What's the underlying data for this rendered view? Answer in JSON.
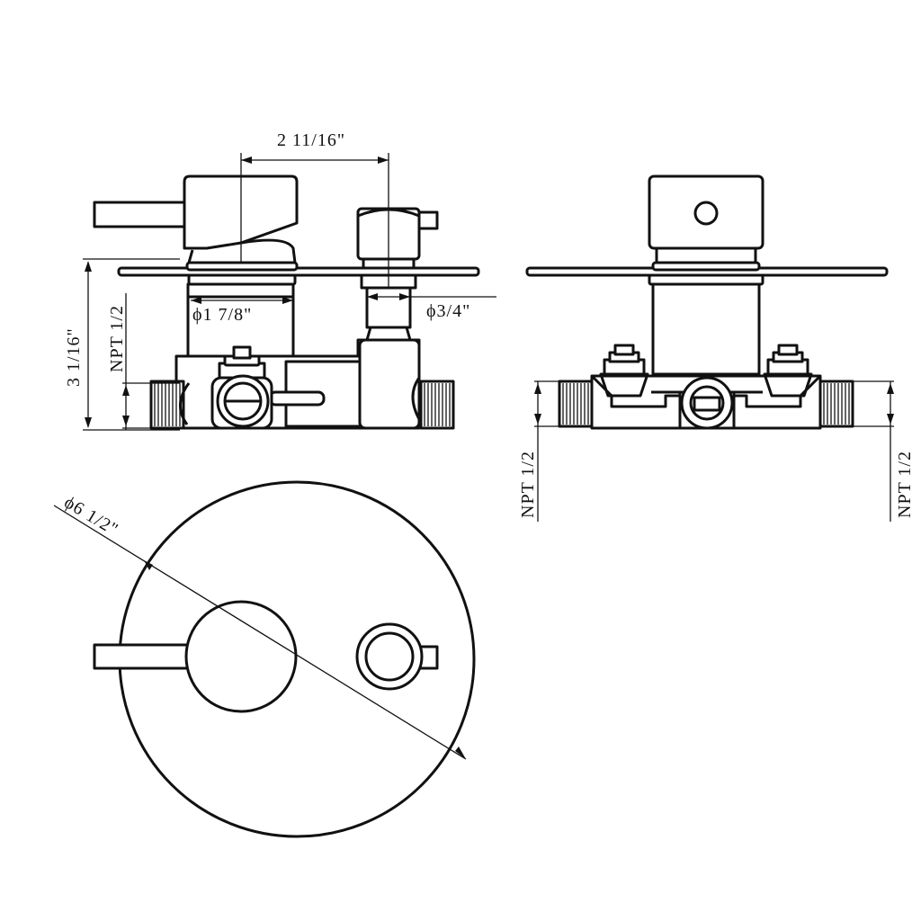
{
  "dimensions": {
    "valve_spacing": "2  11/16\"",
    "body_height": "3  1/16\"",
    "thread_left": "NPT  1/2",
    "trim_diameter": "ϕ1  7/8\"",
    "stem_diameter": "ϕ3/4\"",
    "side_thread_left": "NPT  1/2",
    "side_thread_right": "NPT  1/2",
    "plate_diameter": "ϕ6  1/2\""
  }
}
